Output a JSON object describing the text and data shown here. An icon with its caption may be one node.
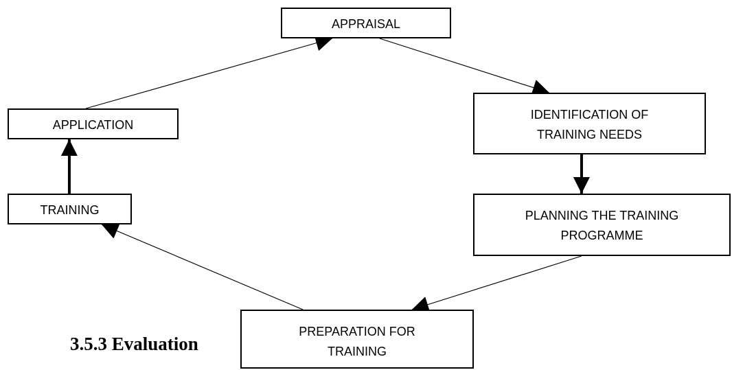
{
  "diagram": {
    "nodes": [
      {
        "text": [
          "APPRAISAL"
        ]
      },
      {
        "text": [
          "IDENTIFICATION OF TRAINING NEEDS"
        ]
      },
      {
        "text": [
          "PLANNING THE TRAINING PROGRAMME"
        ]
      },
      {
        "text": [
          "PREPARATION FOR TRAINING"
        ]
      },
      {
        "text": [
          "TRAINING"
        ]
      },
      {
        "text": [
          "APPLICATION"
        ]
      }
    ],
    "edges": [
      {
        "from": 0,
        "to": 1,
        "arrow": "to"
      },
      {
        "from": 1,
        "to": 2,
        "arrow": "to",
        "style": "thick"
      },
      {
        "from": 2,
        "to": 3,
        "arrow": "to"
      },
      {
        "from": 3,
        "to": 4,
        "arrow": "to"
      },
      {
        "from": 4,
        "to": 5,
        "arrow": "to",
        "style": "thick"
      },
      {
        "from": 5,
        "to": 0,
        "arrow": "to"
      }
    ],
    "labels": [
      "3.5.3 Evaluation"
    ]
  }
}
